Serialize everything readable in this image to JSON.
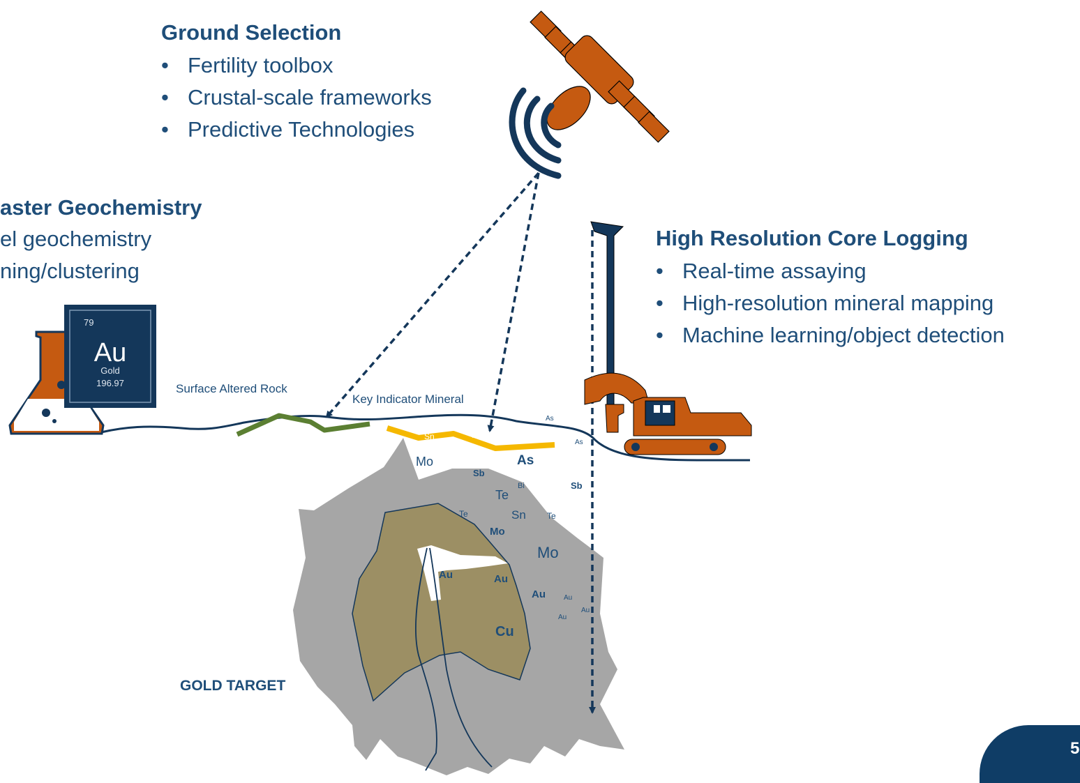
{
  "panels": {
    "ground_selection": {
      "title": "Ground Selection",
      "items": [
        "Fertility toolbox",
        "Crustal-scale frameworks",
        "Predictive Technologies"
      ]
    },
    "faster_geochemistry": {
      "title": "aster Geochemistry",
      "items": [
        "el geochemistry",
        "ning/clustering"
      ]
    },
    "core_logging": {
      "title": "High Resolution Core Logging",
      "items": [
        "Real-time assaying",
        "High-resolution mineral mapping",
        "Machine learning/object detection"
      ]
    }
  },
  "element_tile": {
    "number": "79",
    "symbol": "Au",
    "name": "Gold",
    "mass": "196.97"
  },
  "labels": {
    "surface_altered_rock": "Surface Altered Rock",
    "key_indicator_mineral": "Key Indicator Mineral",
    "gold_target": "GOLD TARGET"
  },
  "element_labels": [
    {
      "text": "As"
    },
    {
      "text": "As"
    },
    {
      "text": "Sn"
    },
    {
      "text": "As"
    },
    {
      "text": "Mo"
    },
    {
      "text": "As"
    },
    {
      "text": "Sb"
    },
    {
      "text": "Bi"
    },
    {
      "text": "Sb"
    },
    {
      "text": "Te"
    },
    {
      "text": "Te"
    },
    {
      "text": "Sn"
    },
    {
      "text": "Te"
    },
    {
      "text": "Mo"
    },
    {
      "text": "Mo"
    },
    {
      "text": "Au"
    },
    {
      "text": "Au"
    },
    {
      "text": "Au"
    },
    {
      "text": "Au"
    },
    {
      "text": "Au"
    },
    {
      "text": "Au"
    },
    {
      "text": "Cu"
    }
  ],
  "page_number": "5",
  "colors": {
    "navy": "#1f4e79",
    "dark_navy": "#14375a",
    "orange": "#c55a11",
    "green": "#5b7f32",
    "yellow": "#f5b800",
    "rock_gray": "#a6a6a6",
    "ore_olive": "#9c8f64"
  },
  "icons": [
    "satellite-icon",
    "flask-icon",
    "gold-element-tile-icon",
    "drill-rig-icon"
  ]
}
